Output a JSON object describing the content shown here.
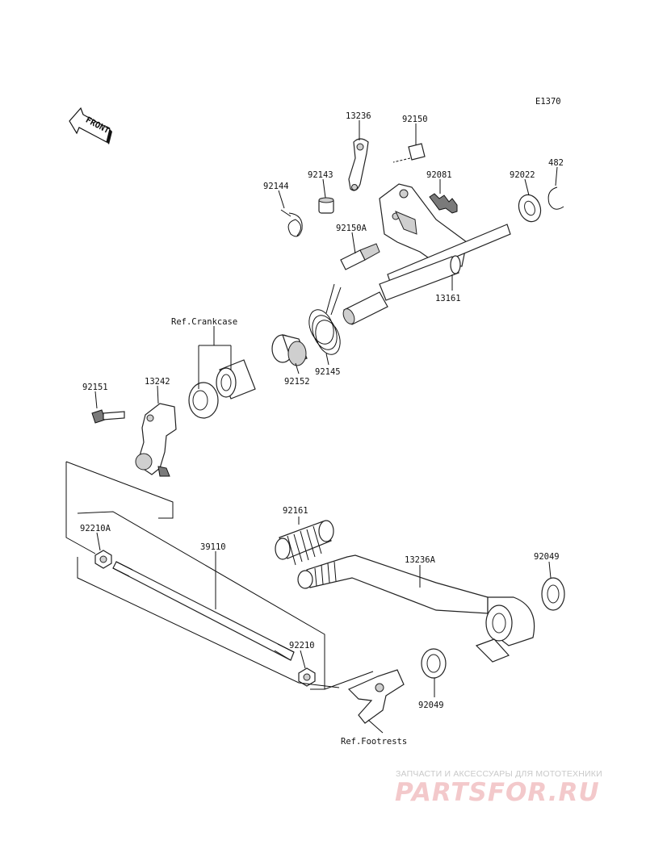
{
  "diagram_code": "E1370",
  "front_label": "FRONT",
  "part_labels": {
    "p13236": "13236",
    "p92150": "92150",
    "p92143": "92143",
    "p92081": "92081",
    "p92022": "92022",
    "p482": "482",
    "p92144": "92144",
    "p92150A": "92150A",
    "p13161": "13161",
    "p92152": "92152",
    "p92145": "92145",
    "p92151": "92151",
    "p13242": "13242",
    "p92161": "92161",
    "p92210A": "92210A",
    "p39110": "39110",
    "p13236A": "13236A",
    "p92049a": "92049",
    "p92210": "92210",
    "p92049b": "92049"
  },
  "references": {
    "crankcase": "Ref.Crankcase",
    "footrests": "Ref.Footrests"
  },
  "watermark": {
    "caption": "ЗАПЧАСТИ И АКСЕССУАРЫ ДЛЯ МОТОТЕХНИКИ",
    "logo": "PARTSFOR.RU",
    "color": "#f3c9cb"
  }
}
